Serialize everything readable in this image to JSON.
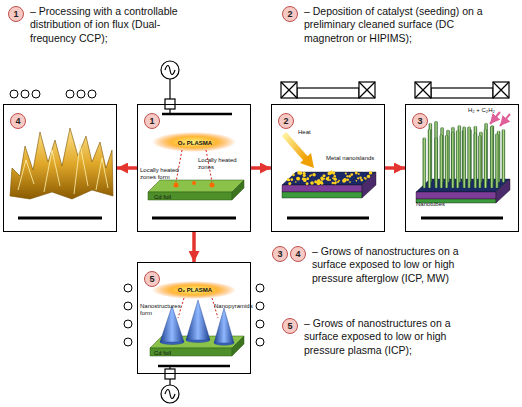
{
  "diagram": {
    "nodes": [
      {
        "text": [
          "4"
        ]
      },
      {
        "text": [
          "1",
          "O₂ PLASMA",
          "Locally heated zones",
          "Locally heated zones form",
          "Cd foil"
        ]
      },
      {
        "text": [
          "2",
          "Heat",
          "Metal nanoislands"
        ]
      },
      {
        "text": [
          "3",
          "H₂ + C₂H₂",
          "Nanotubes"
        ]
      },
      {
        "text": [
          "5",
          "O₂ PLASMA",
          "Nanostructures form",
          "Nanopyramids",
          "Cd foil"
        ]
      }
    ],
    "edges": [
      {
        "from": 1,
        "to": 0,
        "arrow": "to"
      },
      {
        "from": 1,
        "to": 2,
        "arrow": "to"
      },
      {
        "from": 2,
        "to": 3,
        "arrow": "to"
      },
      {
        "from": 1,
        "to": 4,
        "arrow": "to"
      }
    ],
    "labels": [
      "1",
      "– Processing with a controllable distribution of ion flux (Dual-frequency CCP);",
      "2",
      "– Deposition of catalyst (seeding) on a preliminary cleaned surface (DC magnetron or HIPIMS);",
      "3",
      "4",
      "– Grows of nanostructures on a surface exposed to low or high pressure afterglow (ICP, MW)",
      "5",
      "– Grows of nanostructures on a surface exposed to low or high pressure plasma (ICP);"
    ]
  }
}
